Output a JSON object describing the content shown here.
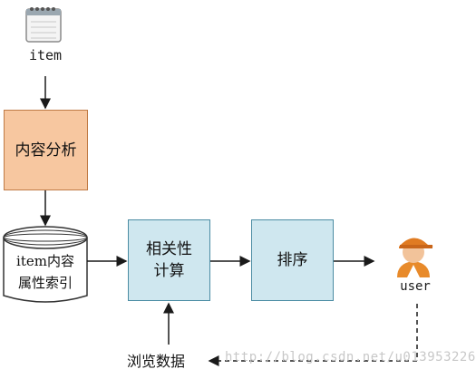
{
  "nodes": {
    "item_label": "item",
    "content_analysis": "内容分析",
    "index_db_line1": "item内容",
    "index_db_line2": "属性索引",
    "relevance_line1": "相关性",
    "relevance_line2": "计算",
    "sort": "排序",
    "user_label": "user",
    "browse_data": "浏览数据"
  },
  "watermark": "http://blog.csdn.net/u013953226",
  "colors": {
    "analysis_fill": "#f7c7a0",
    "process_fill": "#cfe7ef",
    "arrow": "#1a1a1a"
  },
  "icons": {
    "item": "notepad-icon",
    "user": "user-avatar-icon",
    "index": "database-cylinder-icon"
  }
}
